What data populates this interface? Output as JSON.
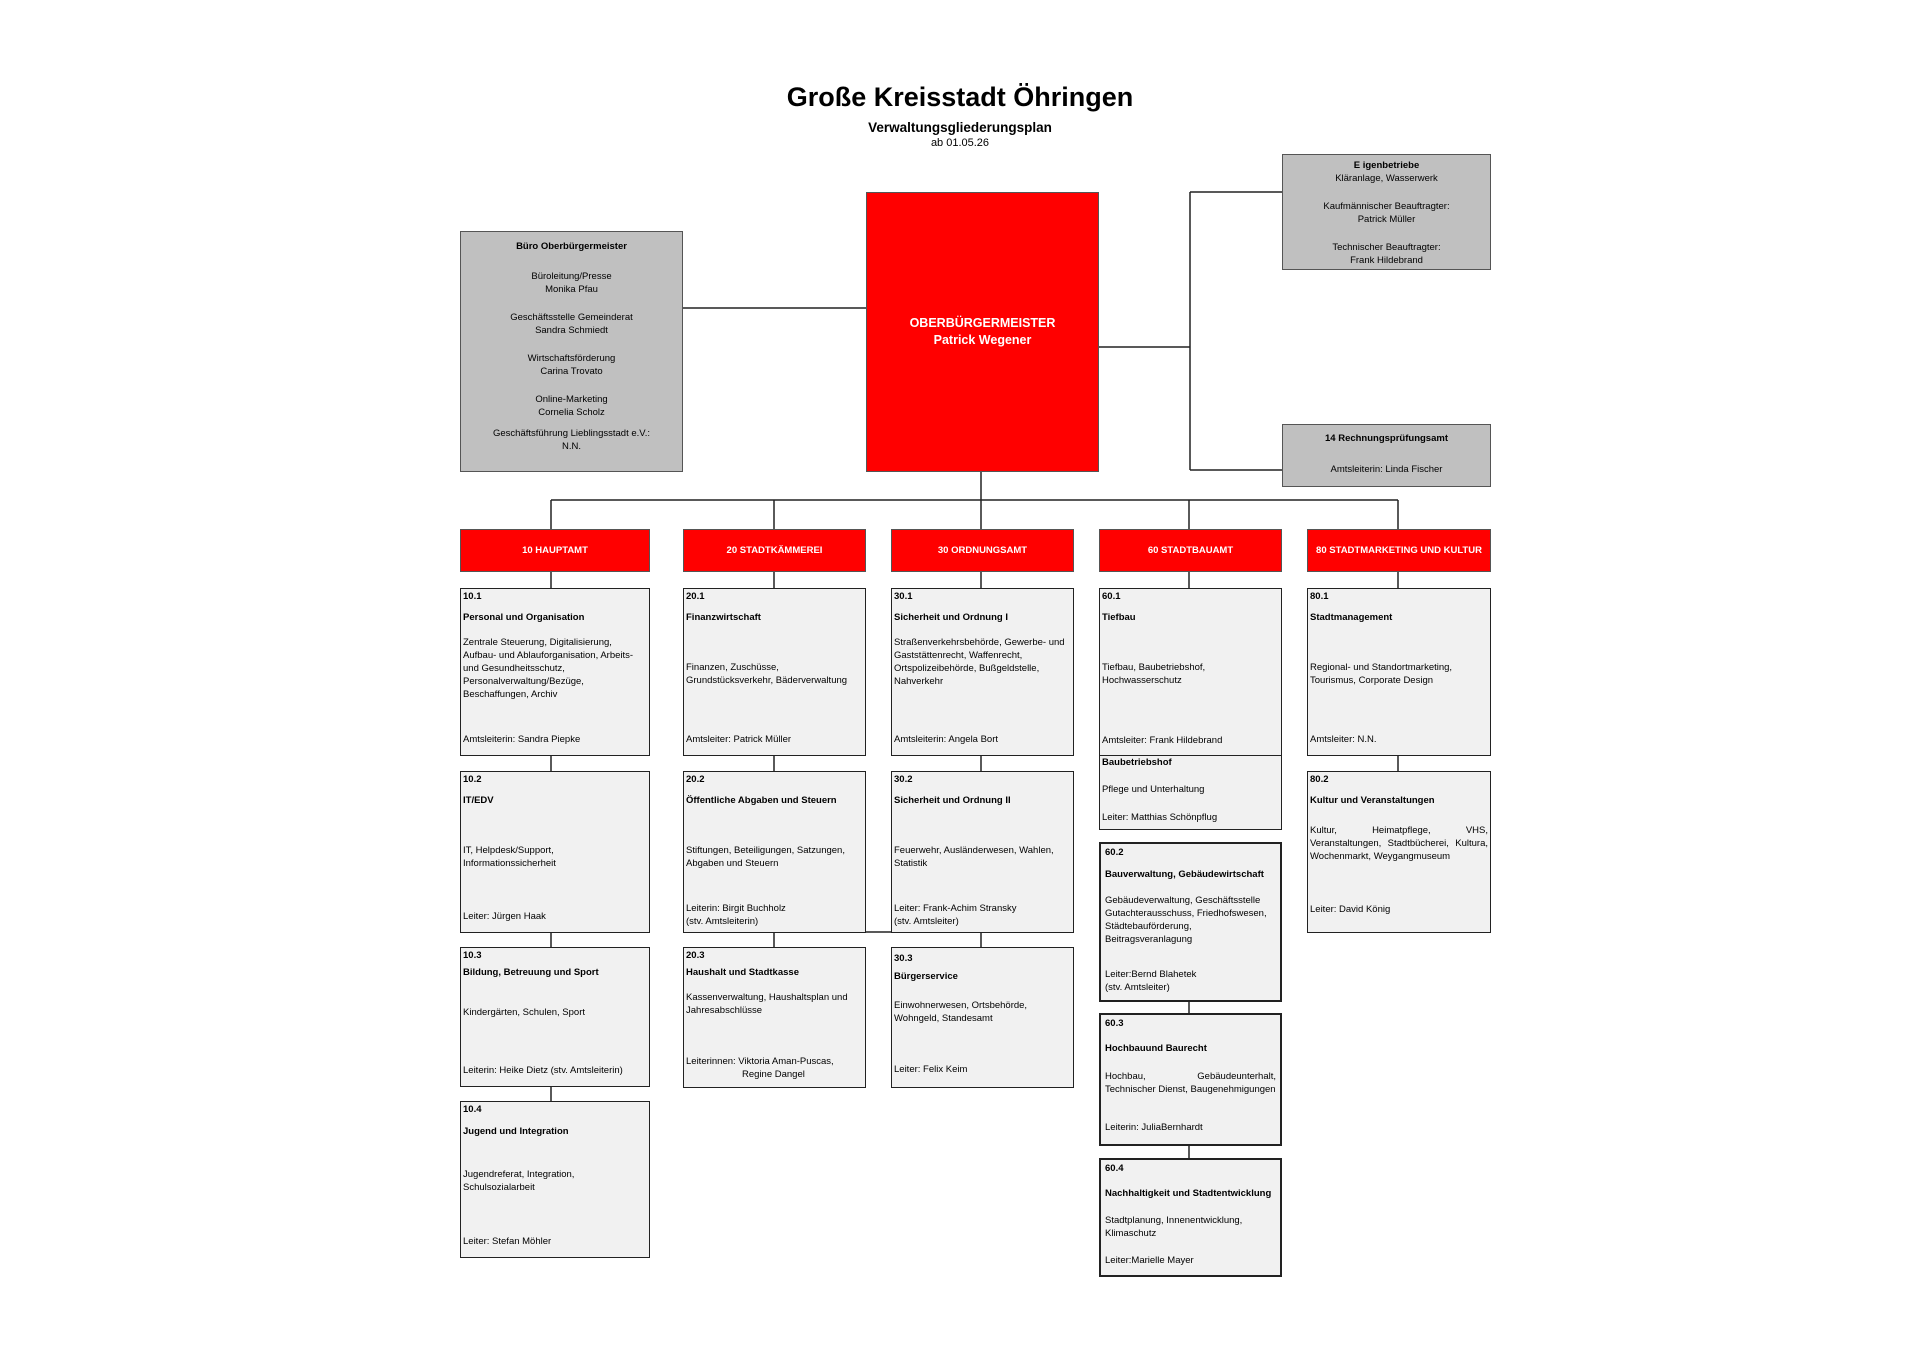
{
  "header": {
    "title": "Große Kreisstadt Öhringen",
    "subtitle": "Verwaltungsgliederungsplan",
    "date": "ab 01.05.26"
  },
  "buero": {
    "title": "Büro Oberbürgermeister",
    "lines": [
      "Büroleitung/Presse",
      "Monika Pfau",
      "Geschäftsstelle Gemeinderat",
      "Sandra Schmiedt",
      "Wirtschaftsförderung",
      "Carina Trovato",
      "Online-Marketing",
      "Cornelia Scholz",
      "Geschäftsführung Lieblingsstadt e.V.:",
      "N.N."
    ]
  },
  "mayor": {
    "role": "OBERBÜRGERMEISTER",
    "name": "Patrick Wegener"
  },
  "eigenbetriebe": {
    "title": "E igenbetriebe",
    "lines": [
      "Kläranlage, Wasserwerk",
      "Kaufmännischer Beauftragter:",
      "Patrick Müller",
      "Technischer Beauftragter:",
      "Frank Hildebrand"
    ]
  },
  "rpa": {
    "title": "14 Rechnungsprüfungsamt",
    "lead": "Amtsleiterin: Linda Fischer"
  },
  "departments": [
    "10 HAUPTAMT",
    "20 STADTKÄMMEREI",
    "30 ORDNUNGSAMT",
    "60 STADTBAUAMT",
    "80 STADTMARKETING UND KULTUR"
  ],
  "units": {
    "u101": {
      "num": "10.1",
      "name": "Personal und Organisation",
      "desc": "Zentrale Steuerung, Digitalisierung, Aufbau- und Ablauforganisation, Arbeits- und Gesundheitsschutz, Personalverwaltung/Bezüge, Beschaffungen, Archiv",
      "lead": "Amtsleiterin: Sandra Piepke"
    },
    "u102": {
      "num": "10.2",
      "name": "IT/EDV",
      "desc": "IT, Helpdesk/Support, Informationssicherheit",
      "lead": "Leiter: Jürgen Haak"
    },
    "u103": {
      "num": "10.3",
      "name": "Bildung, Betreuung und Sport",
      "desc": "Kindergärten, Schulen, Sport",
      "lead": "Leiterin: Heike Dietz (stv. Amtsleiterin)"
    },
    "u104": {
      "num": "10.4",
      "name": "Jugend und Integration",
      "desc": "Jugendreferat, Integration, Schulsozialarbeit",
      "lead": "Leiter: Stefan Möhler"
    },
    "u201": {
      "num": "20.1",
      "name": "Finanzwirtschaft",
      "desc": "Finanzen, Zuschüsse, Grundstücksverkehr, Bäderverwaltung",
      "lead": "Amtsleiter: Patrick Müller"
    },
    "u202": {
      "num": "20.2",
      "name": "Öffentliche Abgaben und Steuern",
      "desc": "Stiftungen, Beteiligungen, Satzungen, Abgaben und Steuern",
      "lead1": "Leiterin: Birgit Buchholz",
      "lead2": "(stv. Amtsleiterin)"
    },
    "u203": {
      "num": "20.3",
      "name": "Haushalt und Stadtkasse",
      "desc": "Kassenverwaltung, Haushaltsplan und Jahresabschlüsse",
      "lead1": "Leiterinnen: Viktoria Aman-Puscas,",
      "lead2": "Regine Dangel"
    },
    "u301": {
      "num": "30.1",
      "name": "Sicherheit und Ordnung I",
      "desc": "Straßenverkehrsbehörde, Gewerbe- und Gaststättenrecht, Waffenrecht, Ortspolizeibehörde, Bußgeldstelle, Nahverkehr",
      "lead": "Amtsleiterin: Angela Bort"
    },
    "u302": {
      "num": "30.2",
      "name": "Sicherheit und Ordnung II",
      "desc": "Feuerwehr, Ausländerwesen, Wahlen, Statistik",
      "lead1": "Leiter: Frank-Achim Stransky",
      "lead2": "(stv. Amtsleiter)"
    },
    "u303": {
      "num": "30.3",
      "name": "Bürgerservice",
      "desc": "Einwohnerwesen, Ortsbehörde, Wohngeld, Standesamt",
      "lead": "Leiter: Felix Keim"
    },
    "u601": {
      "num": "60.1",
      "name": "Tiefbau",
      "desc": "Tiefbau, Baubetriebshof, Hochwasserschutz",
      "lead": "Amtsleiter: Frank Hildebrand"
    },
    "baubetriebshof": {
      "name": "Baubetriebshof",
      "desc": "Pflege und Unterhaltung",
      "lead": "Leiter: Matthias Schönpflug"
    },
    "u602": {
      "num": "60.2",
      "name": "Bauverwaltung, Gebäudewirtschaft",
      "desc": "Gebäudeverwaltung, Geschäftsstelle Gutachterausschuss, Friedhofswesen, Städtebauförderung, Beitragsveranlagung",
      "lead1": "Leiter:Bernd Blahetek",
      "lead2": "(stv. Amtsleiter)"
    },
    "u603": {
      "num": "60.3",
      "name": "Hochbauund Baurecht",
      "desc": "Hochbau, Gebäudeunterhalt, Technischer Dienst, Baugenehmigungen",
      "lead": "Leiterin: JuliaBernhardt"
    },
    "u604": {
      "num": "60.4",
      "name": "Nachhaltigkeit und Stadtentwicklung",
      "desc": "Stadtplanung, Innenentwicklung, Klimaschutz",
      "lead": "Leiter:Marielle Mayer"
    },
    "u801": {
      "num": "80.1",
      "name": "Stadtmanagement",
      "desc": "Regional- und Standortmarketing, Tourismus, Corporate Design",
      "lead": "Amtsleiter: N.N."
    },
    "u802": {
      "num": "80.2",
      "name": "Kultur und Veranstaltungen",
      "desc": "Kultur, Heimatpflege, VHS, Veranstaltungen, Stadtbücherei, Kultura, Wochenmarkt, Weygangmuseum",
      "lead": "Leiter: David König"
    }
  }
}
